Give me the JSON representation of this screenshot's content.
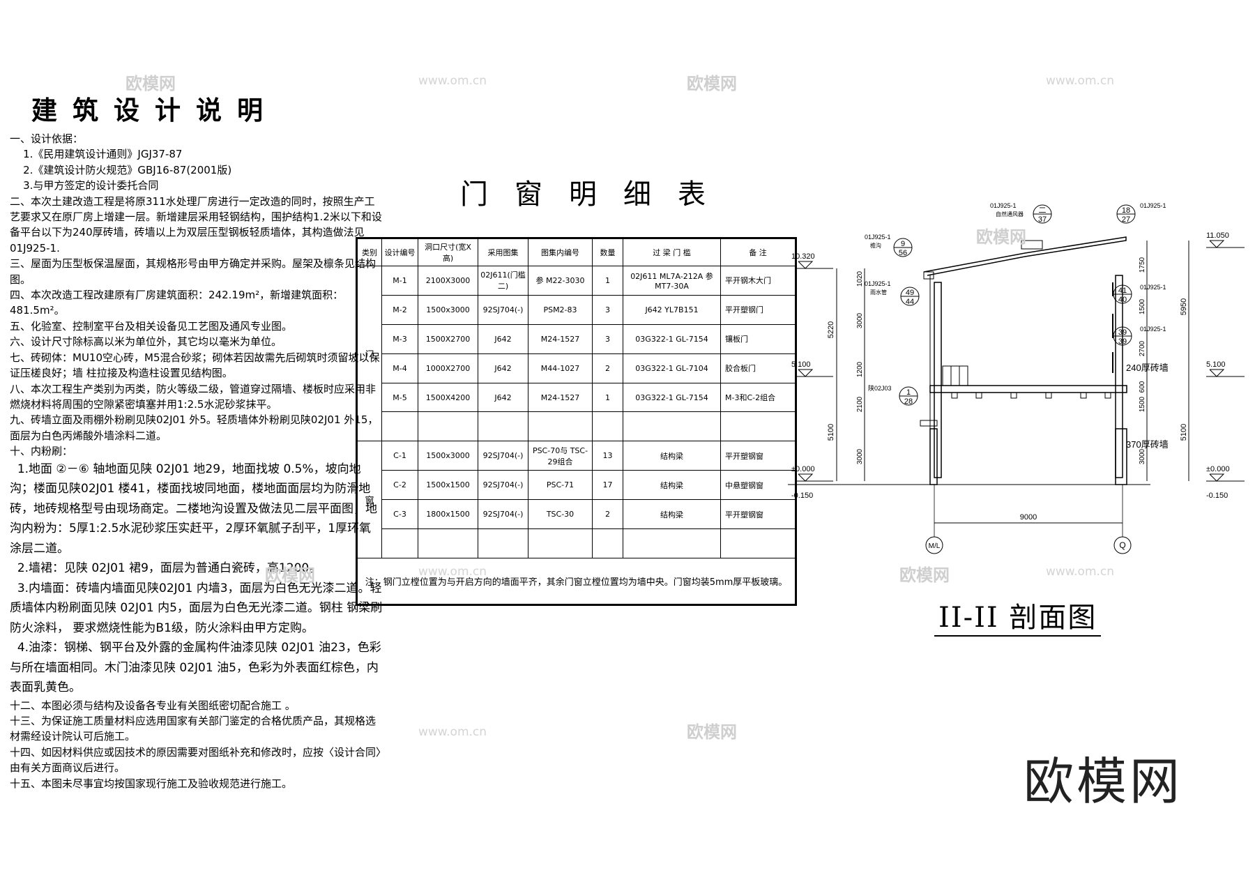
{
  "notes_title": "建筑设计说明",
  "notes": [
    {
      "text": "一、设计依据：",
      "big": false
    },
    {
      "text": "    1.《民用建筑设计通则》JGJ37-87",
      "big": false
    },
    {
      "text": "    2.《建筑设计防火规范》GBJ16-87(2001版)",
      "big": false
    },
    {
      "text": "    3.与甲方签定的设计委托合同",
      "big": false
    },
    {
      "text": "二、本次土建改造工程是将原311水处理厂房进行一定改造的同时，按照生产工艺要求又在原厂房上增建一层。新增建层采用轻钢结构，围护结构1.2米以下和设备平台以下为240厚砖墙，砖墙以上为双层压型钢板轻质墙体，其构造做法见01J925-1.",
      "big": false
    },
    {
      "text": "三、屋面为压型板保温屋面，其规格形号由甲方确定并采购。屋架及檩条见结构图。",
      "big": false
    },
    {
      "text": "四、本次改造工程改建原有厂房建筑面积：242.19m²，新增建筑面积：481.5m²。",
      "big": false
    },
    {
      "text": "五、化验室、控制室平台及相关设备见工艺图及通风专业图。",
      "big": false
    },
    {
      "text": "六、设计尺寸除标高以米为单位外，其它均以毫米为单位。",
      "big": false
    },
    {
      "text": "七、砖砌体：MU10空心砖，M5混合砂浆；砌体若因故需先后砌筑时须留坡以保证压槎良好；墙 柱拉接及构造柱设置见结构图。",
      "big": false
    },
    {
      "text": "八、本次工程生产类别为丙类，防火等级二级，管道穿过隔墙、楼板时应采用非燃烧材料将周围的空隙紧密填塞并用1:2.5水泥砂浆抹平。",
      "big": false
    },
    {
      "text": "九、砖墙立面及雨棚外粉刷见陕02J01 外5。轻质墙体外粉刷见陕02J01 外15，面层为白色丙烯酸外墙涂料二道。",
      "big": false
    },
    {
      "text": "十、内粉刷：",
      "big": false
    },
    {
      "text": "  1.地面 ②－⑥ 轴地面见陕 02J01 地29，地面找坡 0.5%，坡向地沟；楼面见陕02J01 楼41，楼面找坡同地面，楼地面面层均为防滑地砖，地砖规格型号由现场商定。二楼地沟设置及做法见二层平面图，地沟内粉为：5厚1:2.5水泥砂浆压实赶平，2厚环氧腻子刮平，1厚环氧涂层二道。",
      "big": true
    },
    {
      "text": "  2.墙裙：见陕 02J01 裙9，面层为普通白瓷砖，高1200。",
      "big": true
    },
    {
      "text": "  3.内墙面：砖墙内墙面见陕02J01 内墙3，面层为白色无光漆二道。轻质墙体内粉刷面见陕 02J01 内5，面层为白色无光漆二道。钢柱 钢梁刷防火涂料， 要求燃烧性能为B1级，防火涂料由甲方定购。",
      "big": true
    },
    {
      "text": "  4.油漆：钢梯、钢平台及外露的金属构件油漆见陕 02J01 油23，色彩与所在墙面相同。木门油漆见陕 02J01 油5，色彩为外表面红棕色，内表面乳黄色。",
      "big": true
    },
    {
      "text": "十二、本图必须与结构及设备各专业有关图纸密切配合施工 。",
      "big": false
    },
    {
      "text": "十三、为保证施工质量材料应选用国家有关部门鉴定的合格优质产品，其规格选材需经设计院认可后施工。",
      "big": false
    },
    {
      "text": "十四、如因材料供应或因技术的原因需要对图纸补充和修改时，应按〈设计合同〉由有关方面商议后进行。",
      "big": false
    },
    {
      "text": "十五、本图未尽事宜均按国家现行施工及验收规范进行施工。",
      "big": false
    }
  ],
  "table_title": "门窗明细表",
  "table": {
    "headers": [
      "类别",
      "设计编号",
      "洞口尺寸(宽X高)",
      "采用图集",
      "图集内编号",
      "数量",
      "过 梁    门 槛",
      "备 注"
    ],
    "door_label": "门",
    "window_label": "窗",
    "doors": [
      [
        "M-1",
        "2100X3000",
        "02J611(门槛二)",
        "参 M22-3030",
        "1",
        "02J611 ML7A-212A 参MT7-30A",
        "平开钢木大门"
      ],
      [
        "M-2",
        "1500x3000",
        "92SJ704(-)",
        "PSM2-83",
        "3",
        "J642 YL7B151",
        "平开塑钢门"
      ],
      [
        "M-3",
        "1500X2700",
        "J642",
        "M24-1527",
        "3",
        "03G322-1 GL-7154",
        "镶板门"
      ],
      [
        "M-4",
        "1000X2700",
        "J642",
        "M44-1027",
        "2",
        "03G322-1 GL-7104",
        "胶合板门"
      ],
      [
        "M-5",
        "1500X4200",
        "J642",
        "M24-1527",
        "1",
        "03G322-1 GL-7154",
        "M-3和C-2组合"
      ]
    ],
    "windows": [
      [
        "C-1",
        "1500x3000",
        "92SJ704(-)",
        "PSC-70与 TSC-29组合",
        "13",
        "结构梁",
        "平开塑钢窗"
      ],
      [
        "C-2",
        "1500x1500",
        "92SJ704(-)",
        "PSC-71",
        "17",
        "结构梁",
        "中悬塑钢窗"
      ],
      [
        "C-3",
        "1800x1500",
        "92SJ704(-)",
        "TSC-30",
        "2",
        "结构梁",
        "平开塑钢窗"
      ]
    ],
    "note": "注：钢门立樘位置为与开启方向的墙面平齐，其余门窗立樘位置均为墙中央。门窗均装5mm厚平板玻璃。"
  },
  "section": {
    "title": "II-II 剖面图",
    "elev_top_left": "10.320",
    "elev_top_right": "11.050",
    "elev_mid_left": "5.100",
    "elev_mid_right": "5.100",
    "elev_zero_left": "±0.000",
    "elev_zero_right": "±0.000",
    "elev_neg_left": "-0.150",
    "elev_neg_right": "-0.150",
    "dims_left_outer": [
      "5220",
      "5100"
    ],
    "dims_left_inner": [
      "1020",
      "3000",
      "1200",
      "2100",
      "3000"
    ],
    "dims_right_inner": [
      "1750",
      "1500",
      "2700",
      "600",
      "1500",
      "3000"
    ],
    "dims_right_outer": [
      "5950",
      "5100"
    ],
    "span": "9000",
    "axis_left": "M/L",
    "axis_right": "Q",
    "refs": [
      {
        "code": "01J925-1",
        "num": "二",
        "den": "37",
        "desc": "自然通风器"
      },
      {
        "code": "01J925-1",
        "num": "18",
        "den": "27",
        "desc": ""
      },
      {
        "code": "01J925-1",
        "num": "9",
        "den": "56",
        "desc": "檐沟"
      },
      {
        "code": "01J925-1",
        "num": "49",
        "den": "44",
        "desc": "雨水管"
      },
      {
        "code": "01J925-1",
        "num": "41",
        "den": "40",
        "desc": ""
      },
      {
        "code": "01J925-1",
        "num": "39",
        "den": "39",
        "desc": ""
      },
      {
        "code": "陕02J03",
        "num": "1",
        "den": "28",
        "desc": ""
      }
    ],
    "wall_upper": "240厚砖墙",
    "wall_lower": "370厚砖墙"
  },
  "watermarks": [
    "欧模网",
    "www.om.cn"
  ],
  "brand": "欧模网"
}
